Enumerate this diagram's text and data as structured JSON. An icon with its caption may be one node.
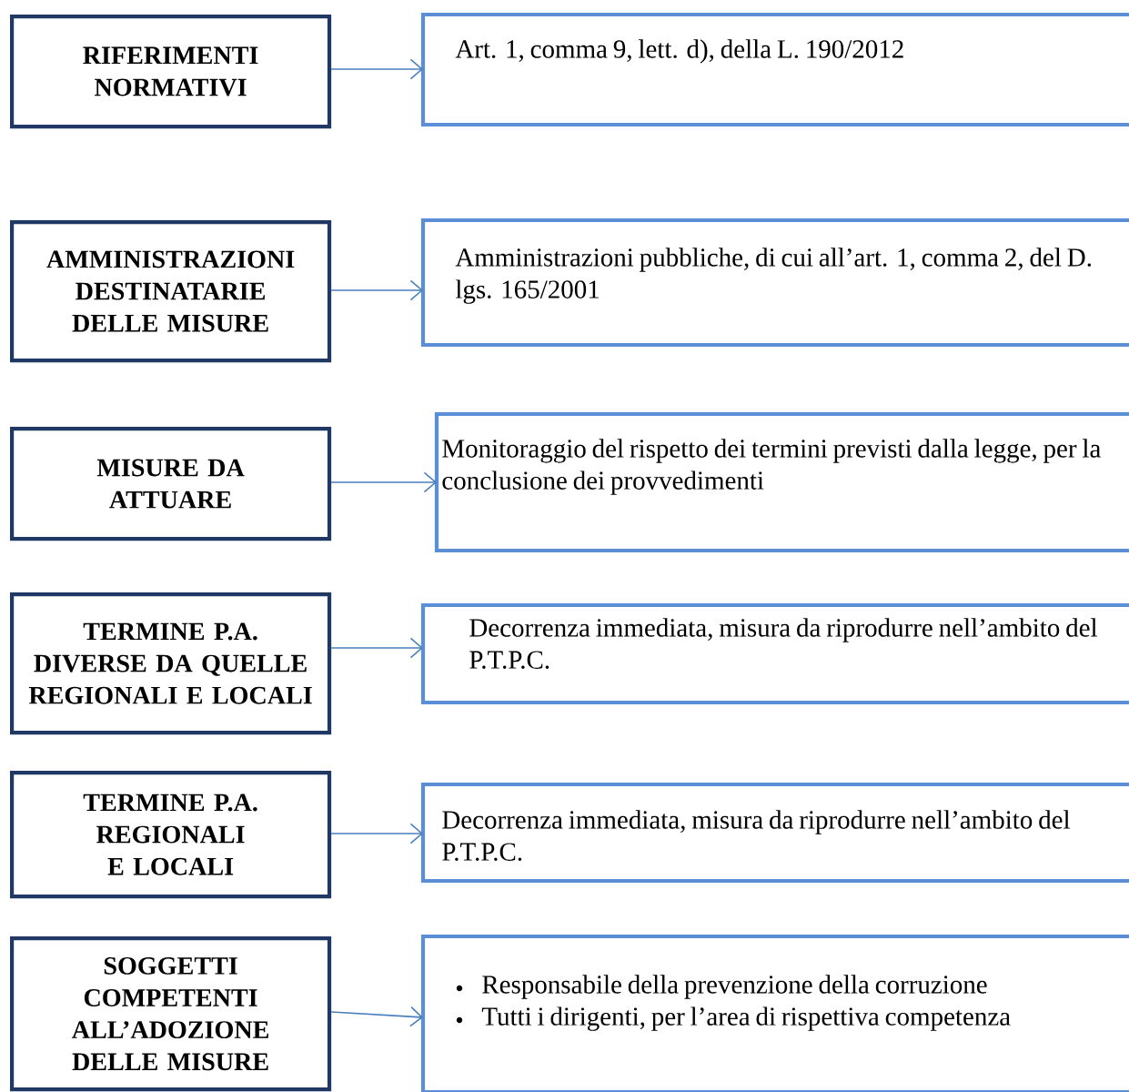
{
  "diagram": {
    "nodes": [
      {
        "text": [
          "RIFERIMENTI NORMATIVI"
        ]
      },
      {
        "text": [
          "Art. 1, comma 9, lett. d), della L. 190/2012"
        ]
      },
      {
        "text": [
          "AMMINISTRAZIONI DESTINATARIE DELLE MISURE"
        ]
      },
      {
        "text": [
          "Amministrazioni pubbliche, di cui all’art. 1, comma 2, del D. lgs. 165/2001"
        ]
      },
      {
        "text": [
          "MISURE DA ATTUARE"
        ]
      },
      {
        "text": [
          "Monitoraggio del rispetto dei termini previsti dalla legge, per la conclusione dei provvedimenti"
        ]
      },
      {
        "text": [
          "TERMINE P.A. DIVERSE DA QUELLE REGIONALI E LOCALI"
        ]
      },
      {
        "text": [
          "Decorrenza immediata, misura da riprodurre nell’ambito del P.T.P.C."
        ]
      },
      {
        "text": [
          "TERMINE P.A. REGIONALI E LOCALI"
        ]
      },
      {
        "text": [
          "Decorrenza immediata, misura da riprodurre nell’ambito del P.T.P.C."
        ]
      },
      {
        "text": [
          "SOGGETTI COMPETENTI ALL’ADOZIONE DELLE MISURE"
        ]
      },
      {
        "text": [
          "Responsabile della prevenzione della corruzione",
          "Tutti i dirigenti, per l’area di rispettiva competenza"
        ]
      }
    ],
    "edges": [
      {
        "from": 0,
        "to": 1,
        "arrow": "to"
      },
      {
        "from": 2,
        "to": 3,
        "arrow": "to"
      },
      {
        "from": 4,
        "to": 5,
        "arrow": "to"
      },
      {
        "from": 6,
        "to": 7,
        "arrow": "to"
      },
      {
        "from": 8,
        "to": 9,
        "arrow": "to"
      },
      {
        "from": 10,
        "to": 11,
        "arrow": "to"
      }
    ]
  }
}
